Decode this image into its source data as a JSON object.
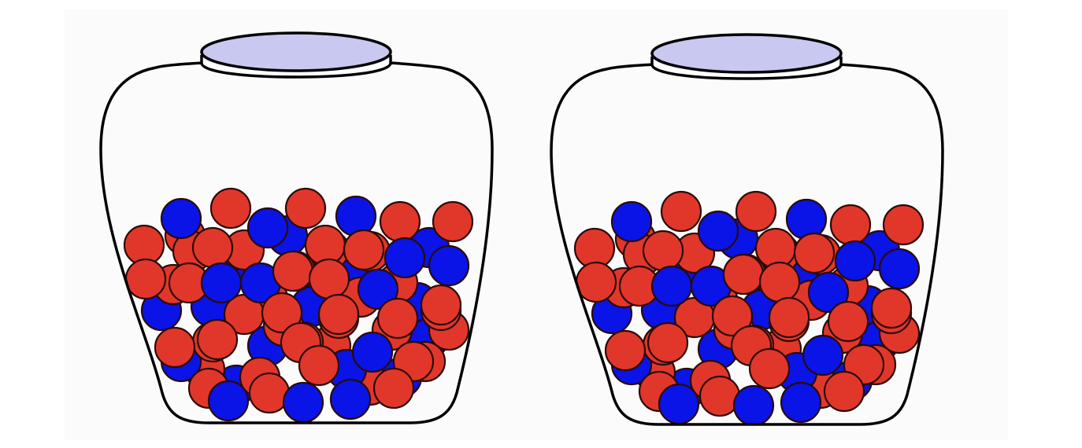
{
  "colors": {
    "background": "#ffffff",
    "panel": "#fbfbfb",
    "outline": "#000000",
    "lid": "#c8c8f0",
    "red_ball": "#e1372a",
    "blue_ball": "#0a14e6"
  },
  "jars": [
    {
      "name": "jar-left",
      "balls": {
        "red": 46,
        "blue": 22
      }
    },
    {
      "name": "jar-right",
      "balls": {
        "red": 46,
        "blue": 22
      }
    }
  ]
}
